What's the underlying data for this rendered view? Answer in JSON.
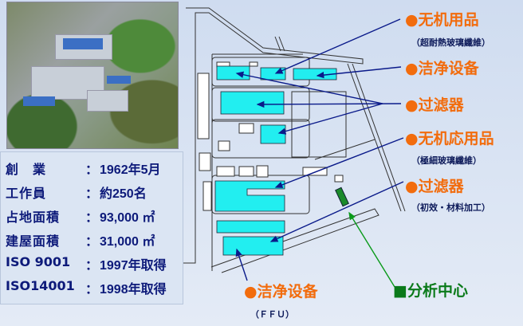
{
  "company_info": [
    {
      "key": "創　業",
      "value": "1962年5月"
    },
    {
      "key": "工作員",
      "value": "約250名"
    },
    {
      "key": "占地面積",
      "value": "93,000 ㎡"
    },
    {
      "key": "建屋面積",
      "value": "31,000 ㎡"
    },
    {
      "key": "ISO 9001",
      "value": "1997年取得"
    },
    {
      "key": "ISO14001",
      "value": "1998年取得"
    }
  ],
  "separator": "：",
  "labels": {
    "inorganic": "●无机用品",
    "inorganic_sub": "（超耐熱玻璃纖維）",
    "clean1": "●洁净设备",
    "filter1": "●过滤器",
    "inorganic_app": "●无机応用品",
    "inorganic_app_sub": "（極細玻璃纖維）",
    "filter2": "●过滤器",
    "filter2_sub": "（初效・材料加工）",
    "clean2": "●洁净设备",
    "clean2_sub": "（ＦＦＵ）",
    "analysis": "■分析中心"
  },
  "colors": {
    "building": "#22eef0",
    "arrow": "#0a1a8a",
    "label": "#f26c0d",
    "analysis": "#0a7a1a"
  }
}
